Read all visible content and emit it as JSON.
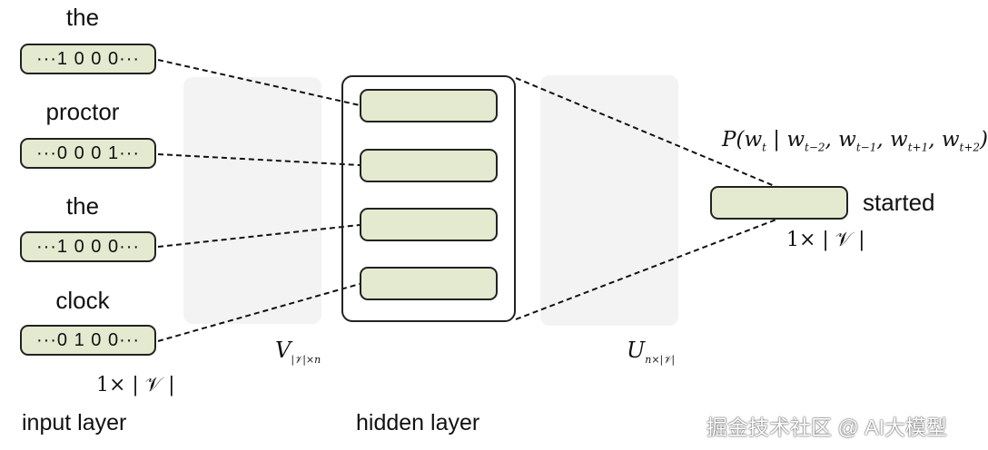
{
  "input": {
    "words": [
      "the",
      "proctor",
      "the",
      "clock"
    ],
    "vectors": [
      "···1 0 0 0···",
      "···0 0 0 1···",
      "···1 0 0 0···",
      "···0 1 0 0···"
    ],
    "dim_label": "1× | 𝒱 |",
    "layer_label": "input layer"
  },
  "weights": {
    "v": {
      "symbol": "V",
      "subscript": "|𝒱|×n"
    },
    "u": {
      "symbol": "U",
      "subscript": "n×|𝒱|"
    }
  },
  "hidden": {
    "layer_label": "hidden layer"
  },
  "output": {
    "probability": "P(w",
    "prob_sub_t": "t",
    "prob_mid": " | w",
    "prob_sub_1": "t−2",
    "prob_c1": ", w",
    "prob_sub_2": "t−1",
    "prob_c2": ", w",
    "prob_sub_3": "t+1",
    "prob_c3": ", w",
    "prob_sub_4": "t+2",
    "prob_end": ")",
    "word": "started",
    "dim_label": "1× | 𝒱 |"
  },
  "watermark": "掘金技术社区 @ AI大模型"
}
